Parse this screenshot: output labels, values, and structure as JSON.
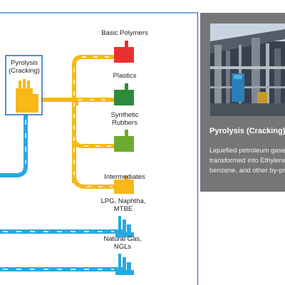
{
  "diagram": {
    "process": {
      "title": "Pyrolysis\n(Cracking)"
    },
    "products": [
      {
        "label": "Basic Polymers",
        "icon": "factory-red-icon",
        "color": "#e8312f"
      },
      {
        "label": "Plastics",
        "icon": "factory-dark-green-icon",
        "color": "#2f8a3c"
      },
      {
        "label": "Synthetic\nRubbers",
        "icon": "factory-green-icon",
        "color": "#6cab2e"
      },
      {
        "label": "Intermediates",
        "icon": "factory-yellow-icon",
        "color": "#f7b818"
      },
      {
        "label": "LPG, Naphtha,\nMTBE",
        "icon": "refinery-blue-icon",
        "color": "#29a8e0"
      },
      {
        "label": "Natural Gas,\nNGLs",
        "icon": "refinery-blue-icon",
        "color": "#29a8e0"
      }
    ],
    "colors": {
      "pipe_blue": "#29a8e0",
      "pipe_yellow": "#f7b818",
      "frame_border": "#2f6fbf"
    }
  },
  "info_panel": {
    "title": "Pyrolysis (Cracking)",
    "description_lines": [
      "Liquefied petroleum gases",
      "transformed into Ethylene",
      "benzene, and other by-pro"
    ],
    "background": "#767676"
  }
}
